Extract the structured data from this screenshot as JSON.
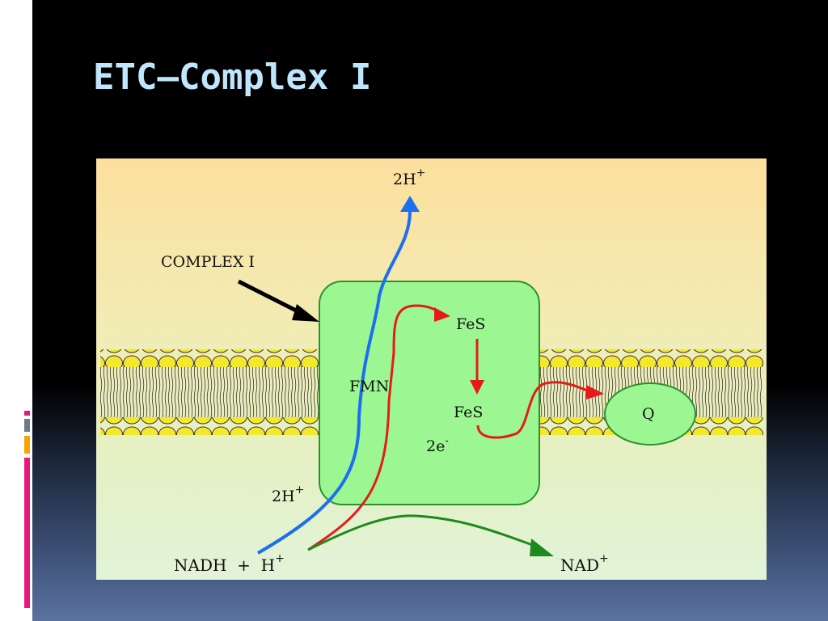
{
  "slide": {
    "title": "ETC–Complex I"
  },
  "diagram": {
    "complex_label": "COMPLEX I",
    "fmn_label": "FMN",
    "fes_top_label": "FeS",
    "fes_bottom_label": "FeS",
    "electrons_label": "2e",
    "electrons_sup": "-",
    "q_label": "Q",
    "protons_top_label": "2H",
    "protons_top_sup": "+",
    "protons_bottom_label": "2H",
    "protons_bottom_sup": "+",
    "nadh_label": "NADH  +  H",
    "nadh_sup": "+",
    "nad_label": "NAD",
    "nad_sup": "+"
  },
  "colors": {
    "complex_fill": "#9cf793",
    "membrane_head": "#f4e82c",
    "proton_arrow": "#1e6ef0",
    "electron_arrow": "#e61a1a",
    "nad_arrow": "#1e8a1e",
    "pointer_arrow": "#000000"
  }
}
